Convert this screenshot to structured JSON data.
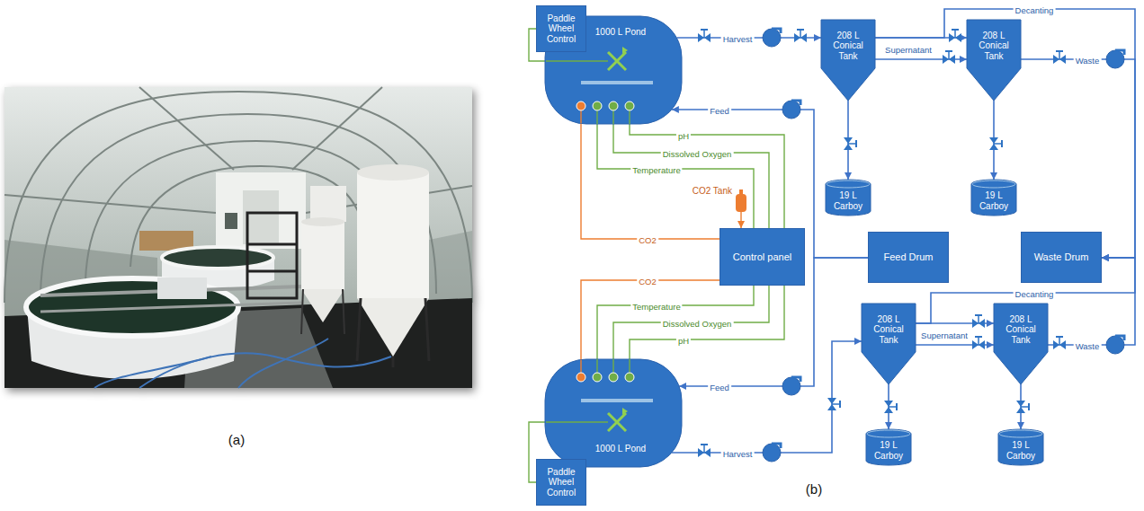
{
  "diagram": {
    "nodes": [
      {
        "text": [
          "Paddle Wheel Control"
        ]
      },
      {
        "text": [
          "1000 L Pond"
        ]
      },
      {
        "text": [
          "208 L Conical Tank"
        ]
      },
      {
        "text": [
          "208 L Conical Tank"
        ]
      },
      {
        "text": [
          "19 L Carboy"
        ]
      },
      {
        "text": [
          "19 L Carboy"
        ]
      },
      {
        "text": [
          "CO2 Tank"
        ]
      },
      {
        "text": [
          "Control panel"
        ]
      },
      {
        "text": [
          "Feed Drum"
        ]
      },
      {
        "text": [
          "Waste Drum"
        ]
      },
      {
        "text": [
          "208 L Conical Tank"
        ]
      },
      {
        "text": [
          "208 L Conical Tank"
        ]
      },
      {
        "text": [
          "19 L Carboy"
        ]
      },
      {
        "text": [
          "19 L Carboy"
        ]
      },
      {
        "text": [
          "1000 L Pond"
        ]
      },
      {
        "text": [
          "Paddle Wheel Control"
        ]
      }
    ],
    "edges": [
      {
        "from": 0,
        "to": 1,
        "arrow": "none"
      },
      {
        "from": 1,
        "to": 2,
        "label": "Harvest",
        "arrow": "to"
      },
      {
        "from": 2,
        "to": 3,
        "label": "Supernatant",
        "arrow": "to"
      },
      {
        "from": 2,
        "to": 3,
        "arrow": "to"
      },
      {
        "from": 2,
        "to": 9,
        "label": "Decanting",
        "arrow": "to"
      },
      {
        "from": 3,
        "to": 9,
        "label": "Waste",
        "arrow": "to"
      },
      {
        "from": 2,
        "to": 4,
        "arrow": "to"
      },
      {
        "from": 3,
        "to": 5,
        "arrow": "to"
      },
      {
        "from": 8,
        "to": 1,
        "label": "Feed",
        "arrow": "to"
      },
      {
        "from": 1,
        "to": 7,
        "label": "pH",
        "arrow": "none"
      },
      {
        "from": 1,
        "to": 7,
        "label": "Dissolved Oxygen",
        "arrow": "none"
      },
      {
        "from": 1,
        "to": 7,
        "label": "Temperature",
        "arrow": "none"
      },
      {
        "from": 7,
        "to": 1,
        "label": "CO2",
        "arrow": "none"
      },
      {
        "from": 6,
        "to": 7,
        "arrow": "to"
      },
      {
        "from": 7,
        "to": 14,
        "label": "CO2",
        "arrow": "none"
      },
      {
        "from": 14,
        "to": 7,
        "label": "Temperature",
        "arrow": "none"
      },
      {
        "from": 14,
        "to": 7,
        "label": "Dissolved Oxygen",
        "arrow": "none"
      },
      {
        "from": 14,
        "to": 7,
        "label": "pH",
        "arrow": "none"
      },
      {
        "from": 8,
        "to": 14,
        "label": "Feed",
        "arrow": "to"
      },
      {
        "from": 14,
        "to": 10,
        "label": "Harvest",
        "arrow": "to"
      },
      {
        "from": 10,
        "to": 11,
        "label": "Supernatant",
        "arrow": "to"
      },
      {
        "from": 10,
        "to": 11,
        "arrow": "to"
      },
      {
        "from": 10,
        "to": 9,
        "label": "Decanting",
        "arrow": "to"
      },
      {
        "from": 11,
        "to": 9,
        "label": "Waste",
        "arrow": "to"
      },
      {
        "from": 10,
        "to": 12,
        "arrow": "to"
      },
      {
        "from": 11,
        "to": 13,
        "arrow": "to"
      },
      {
        "from": 15,
        "to": 14,
        "arrow": "none"
      }
    ],
    "labels": [
      "(a)",
      "(b)"
    ]
  }
}
